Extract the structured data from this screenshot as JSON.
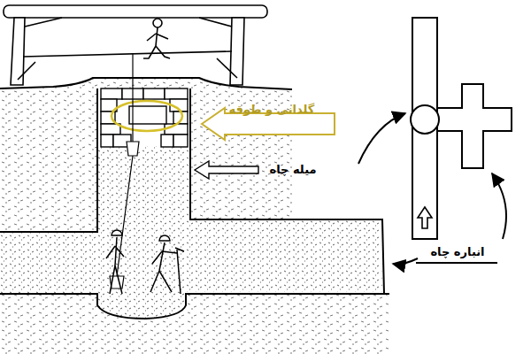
{
  "diagram": {
    "labels": [
      "گلدانی و طوقه",
      "میله چاه",
      "انباره چاه"
    ]
  }
}
